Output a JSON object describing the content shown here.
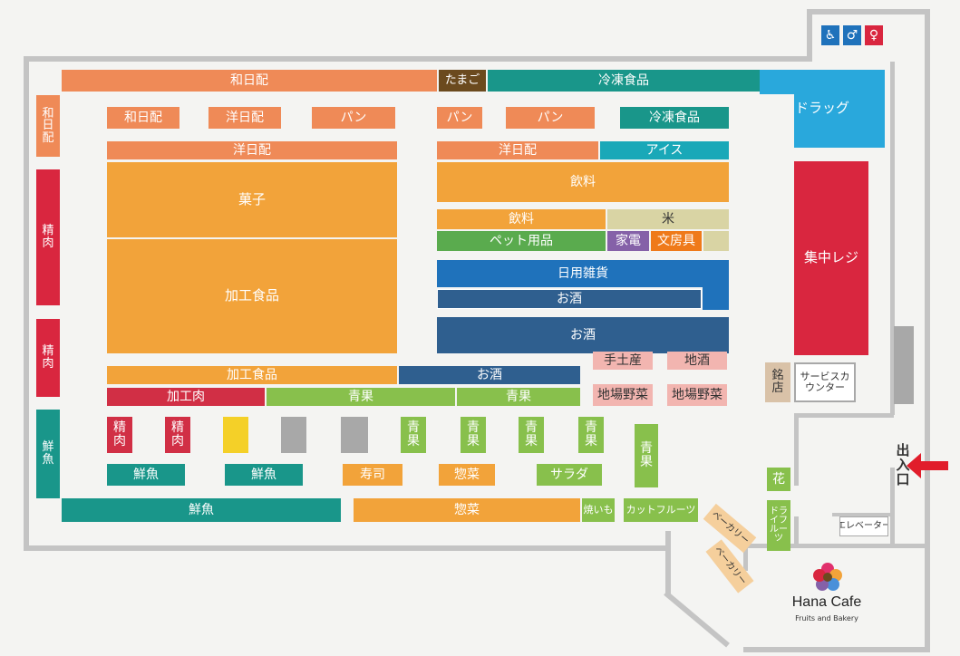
{
  "colors": {
    "orange": "#ef8a57",
    "yellow_orange": "#f2a33a",
    "teal": "#19968a",
    "red": "#d9263f",
    "crimson": "#d12f45",
    "green": "#88c04c",
    "green_dark": "#5aab4e",
    "sky": "#29a8dc",
    "blue": "#1f72bb",
    "navy": "#2f5f8f",
    "pink": "#f2b5b0",
    "beige": "#d9d4a4",
    "purple": "#8561a8",
    "peach": "#f5cf9c",
    "gray": "#a8a8a8",
    "yellow": "#f4d028",
    "entrance_arrow": "#e11d2b"
  },
  "restroom_icons": [
    "wheelchair-icon",
    "man-icon",
    "woman-icon"
  ],
  "sections": {
    "wanippai_top": "和日配",
    "tamago": "たまご",
    "reito_top": "冷凍食品",
    "drug": "ドラッグ",
    "wanippai_side": "和日配",
    "wanippai_aisle": "和日配",
    "younippai_aisle": "洋日配",
    "pan_1": "パン",
    "pan_2": "パン",
    "pan_3": "パン",
    "reito_aisle": "冷凍食品",
    "younippai_left": "洋日配",
    "younippai_mid": "洋日配",
    "ice": "アイス",
    "kashi": "菓子",
    "kako_shokuhin": "加工食品",
    "inryo_1": "飲料",
    "inryo_2": "飲料",
    "kome": "米",
    "pet": "ペット用品",
    "kaden": "家電",
    "bunbogu": "文房具",
    "nichiyo": "日用雑貨",
    "osake_1": "お酒",
    "osake_2": "お酒",
    "osake_3": "お酒",
    "shuchu_register": "集中レジ",
    "seiniku_1": "精肉",
    "seiniku_2": "精肉",
    "kako_shokuhin_row": "加工食品",
    "kakoniku": "加工肉",
    "seika_row_1": "青果",
    "seika_row_2": "青果",
    "miyage": "手土産",
    "jizake": "地酒",
    "jiba_yasai_1": "地場野菜",
    "jiba_yasai_2": "地場野菜",
    "meiten": "銘店",
    "service_counter": "サービスカウンター",
    "sengyo_side": "鮮魚",
    "seiniku_3": "精肉",
    "seiniku_4": "精肉",
    "seika_1": "青果",
    "seika_2": "青果",
    "seika_3": "青果",
    "seika_4": "青果",
    "seika_5": "青果",
    "sengyo_1": "鮮魚",
    "sengyo_2": "鮮魚",
    "sushi": "寿司",
    "sozai_1": "惣菜",
    "salad": "サラダ",
    "hana": "花",
    "dry_fruits": "ドライフルーツ",
    "sengyo_bottom": "鮮魚",
    "sozai_bottom": "惣菜",
    "yakiimo": "焼いも",
    "cut_fruits": "カットフルーツ",
    "bakery_1": "ベーカリー",
    "bakery_2": "ベーカリー",
    "elevator": "エレベーター",
    "entrance": "出入口"
  },
  "cafe": {
    "name": "Hana Cafe",
    "tagline": "Fruits and Bakery"
  }
}
